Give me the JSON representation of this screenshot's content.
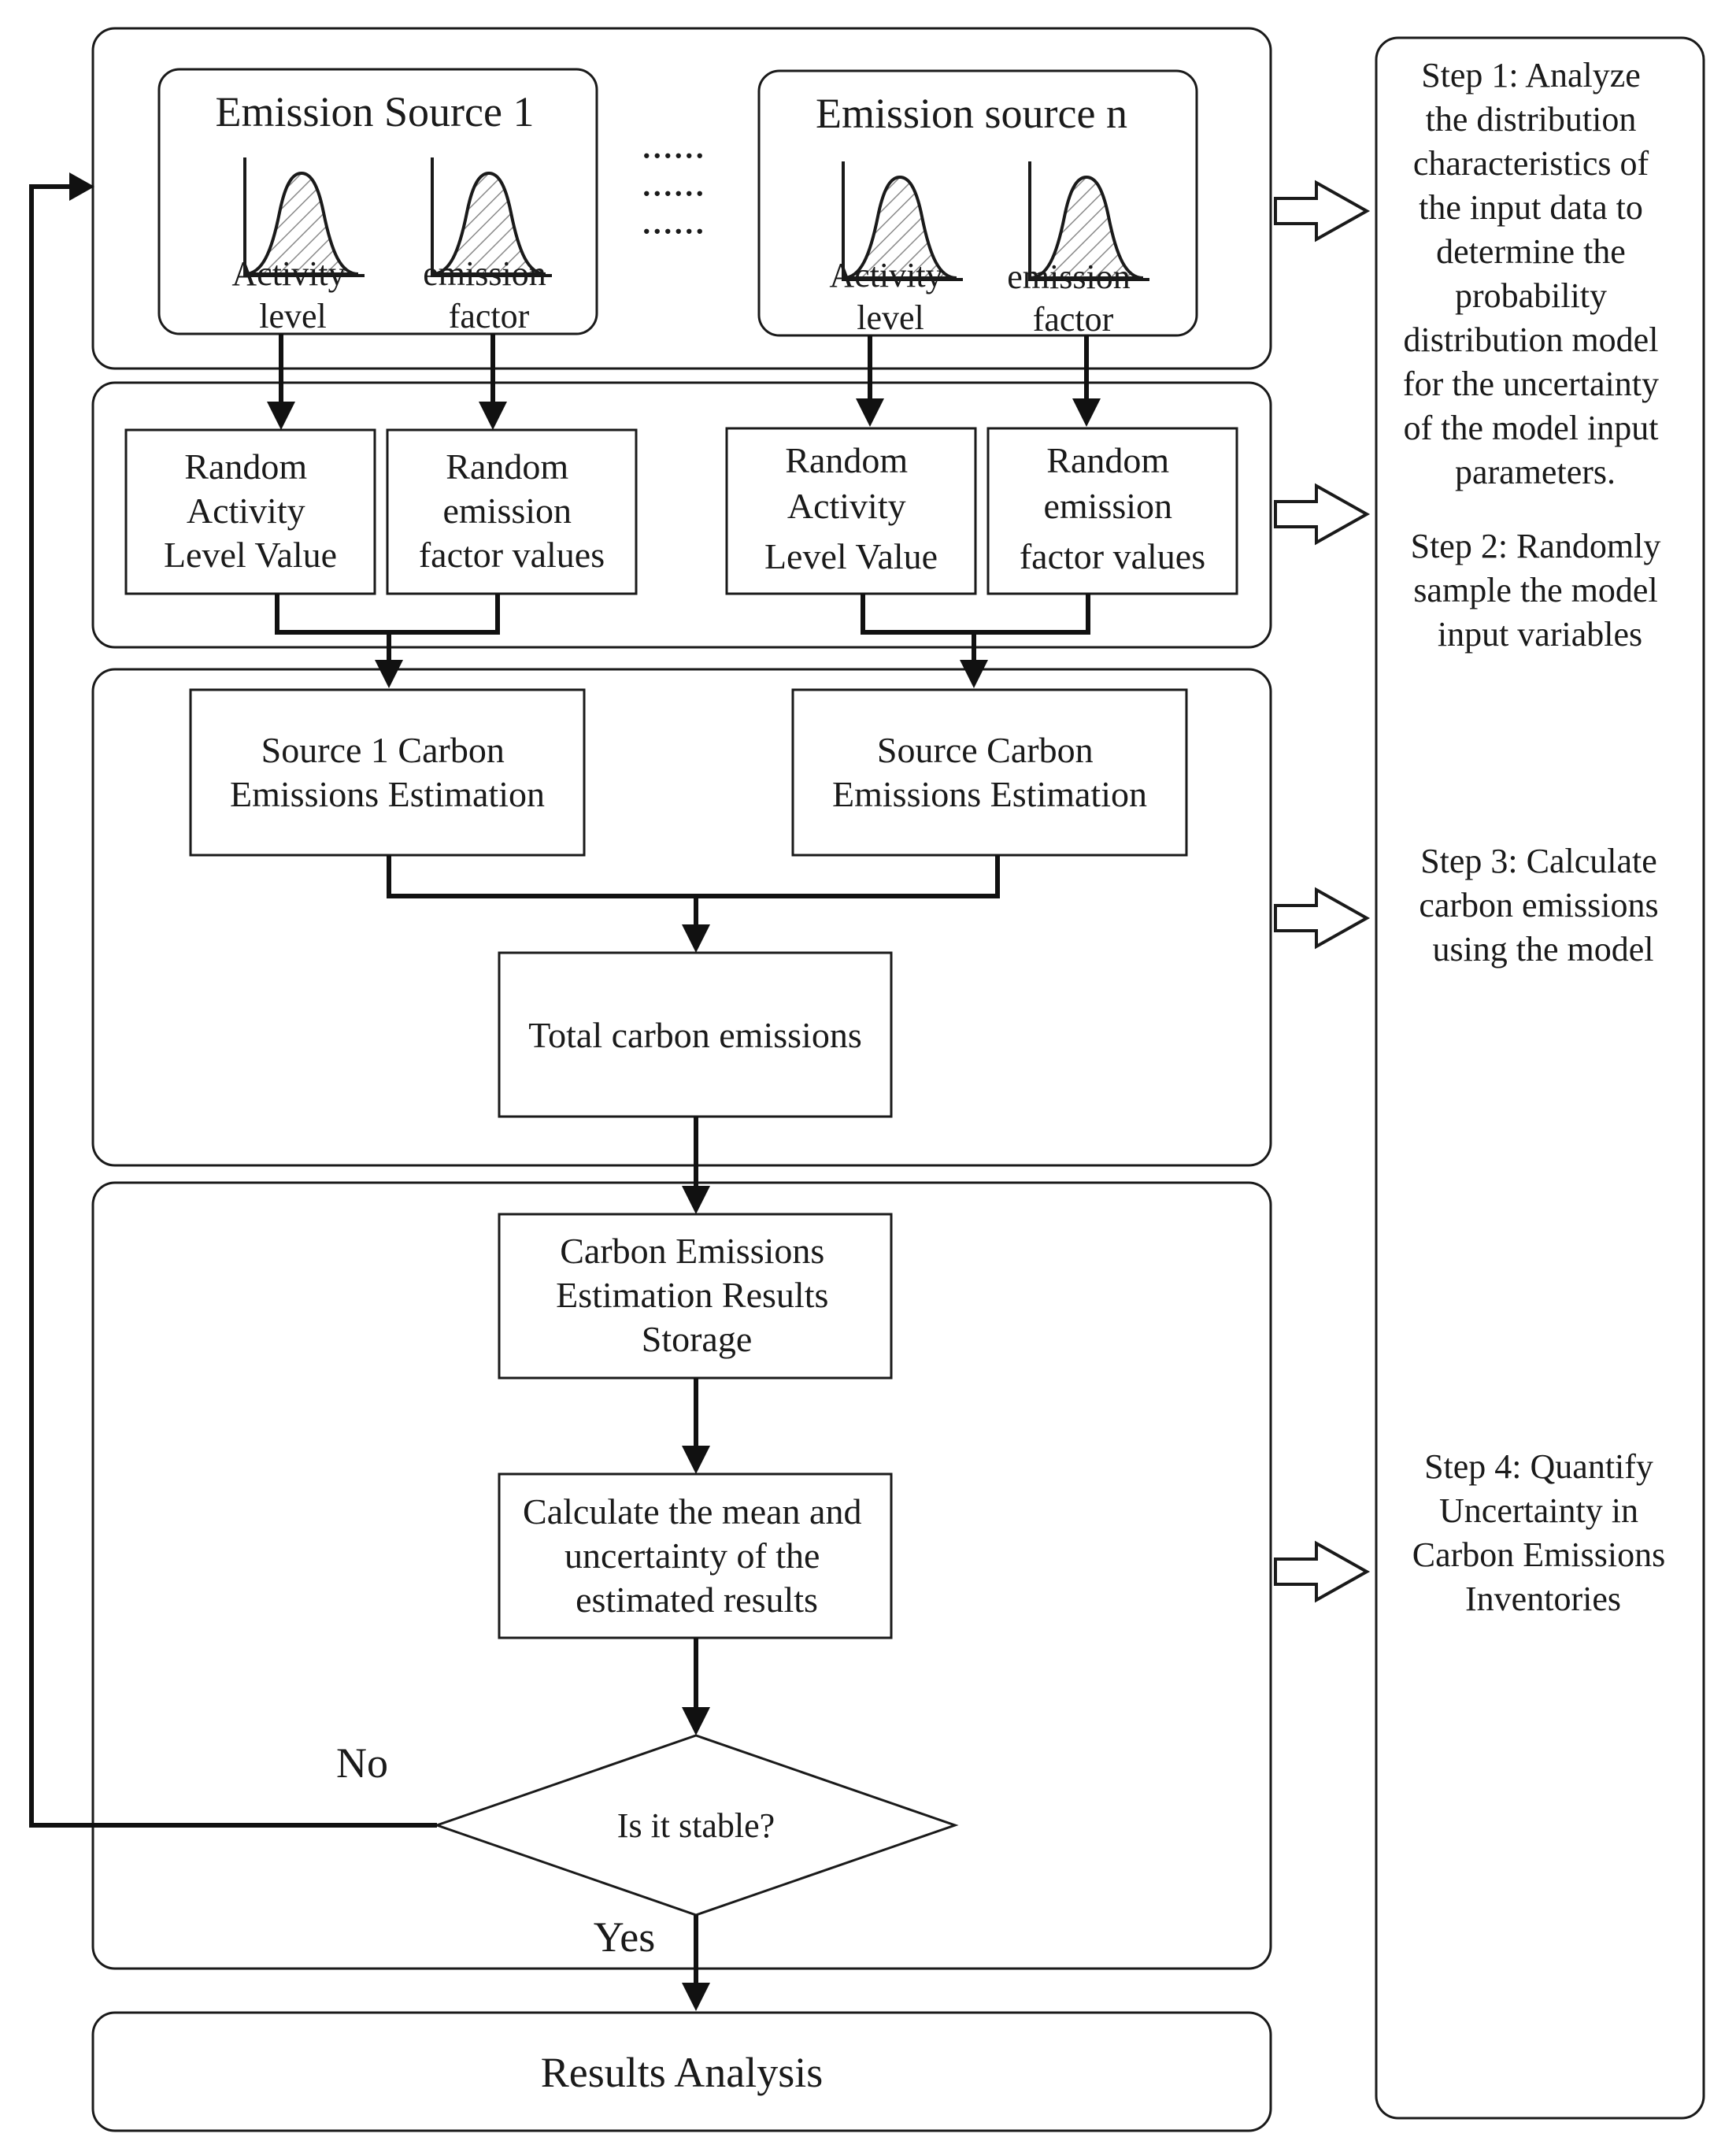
{
  "sources": [
    {
      "title": "Emission Source 1",
      "activity_label": [
        "Activity",
        "level"
      ],
      "factor_label": [
        "emission",
        "factor"
      ],
      "random_activity": [
        "Random",
        "Activity",
        "Level Value"
      ],
      "random_factor": [
        "Random",
        "emission",
        "factor values"
      ],
      "estimation": [
        "Source 1 Carbon",
        "Emissions Estimation"
      ]
    },
    {
      "title": "Emission source n",
      "activity_label": [
        "Activity",
        "level"
      ],
      "factor_label": [
        "emission",
        "factor"
      ],
      "random_activity": [
        "Random",
        "Activity",
        "Level Value"
      ],
      "random_factor": [
        "Random",
        "emission",
        "factor values"
      ],
      "estimation": [
        "Source Carbon",
        "Emissions Estimation"
      ]
    }
  ],
  "ellipsis": "......",
  "total": "Total carbon emissions",
  "storage": [
    "Carbon Emissions",
    "Estimation Results",
    "Storage"
  ],
  "calculate": [
    "Calculate the mean and",
    "uncertainty of the",
    "estimated results"
  ],
  "decision": "Is it stable?",
  "no_label": "No",
  "yes_label": "Yes",
  "results": "Results Analysis",
  "steps": [
    [
      "Step 1: Analyze",
      "the distribution",
      "characteristics of",
      "the input data to",
      "determine the",
      "probability",
      "distribution model",
      "for the uncertainty",
      "of the model input",
      "parameters."
    ],
    [
      "Step 2: Randomly",
      "sample the model",
      "input variables"
    ],
    [
      "Step 3: Calculate",
      "carbon emissions",
      "using the model"
    ],
    [
      "Step 4: Quantify",
      "Uncertainty in",
      "Carbon Emissions",
      "Inventories"
    ]
  ]
}
